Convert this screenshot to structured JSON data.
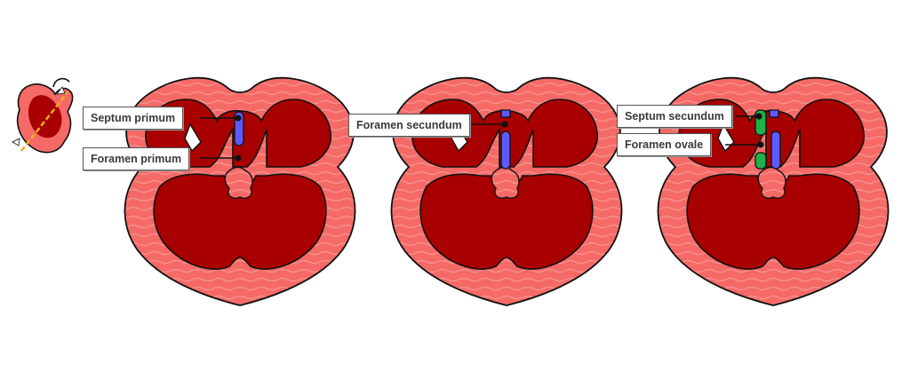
{
  "colors": {
    "wall": "#f56a67",
    "wall_stripe": "#f7908c",
    "cavity": "#a80000",
    "outline": "#111111",
    "septum_primum": "#5b5bff",
    "septum_secundum": "#1fb14a",
    "label_border": "#555555",
    "label_text": "#3a3a3a",
    "orientation_line": "#f2b01e"
  },
  "icons": [
    "heart-orientation-icon",
    "arrow-icon"
  ],
  "panels": [
    {
      "id": "panel-1",
      "stage": "septum primum with foramen primum",
      "labels": [
        {
          "name": "septum-primum-label",
          "text": "Septum primum"
        },
        {
          "name": "foramen-primum-label",
          "text": "Foramen primum"
        }
      ]
    },
    {
      "id": "panel-2",
      "stage": "foramen secundum",
      "labels": [
        {
          "name": "foramen-secundum-label",
          "text": "Foramen secundum"
        }
      ]
    },
    {
      "id": "panel-3",
      "stage": "septum secundum with foramen ovale",
      "labels": [
        {
          "name": "septum-secundum-label",
          "text": "Septum secundum"
        },
        {
          "name": "foramen-ovale-label",
          "text": "Foramen ovale"
        }
      ]
    }
  ]
}
